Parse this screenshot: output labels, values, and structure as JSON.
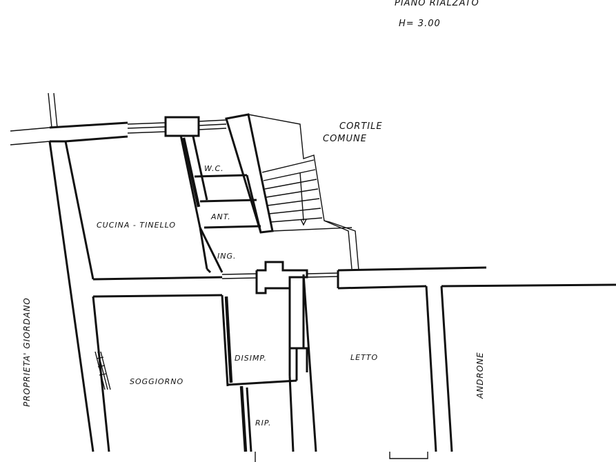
{
  "header": {
    "floor": "PIANO RIALZATO",
    "height": "H= 3.00"
  },
  "rooms": {
    "cortile_line1": "CORTILE",
    "cortile_line2": "COMUNE",
    "wc": "W.C.",
    "ant": "ANT.",
    "cucina": "CUCINA - TINELLO",
    "ing": "ING.",
    "soggiorno": "SOGGIORNO",
    "disimp": "DISIMP.",
    "letto": "LETTO",
    "rip": "RIP."
  },
  "neighbors": {
    "left": "PROPRIETA' GIORDANO",
    "right": "ANDRONE"
  }
}
